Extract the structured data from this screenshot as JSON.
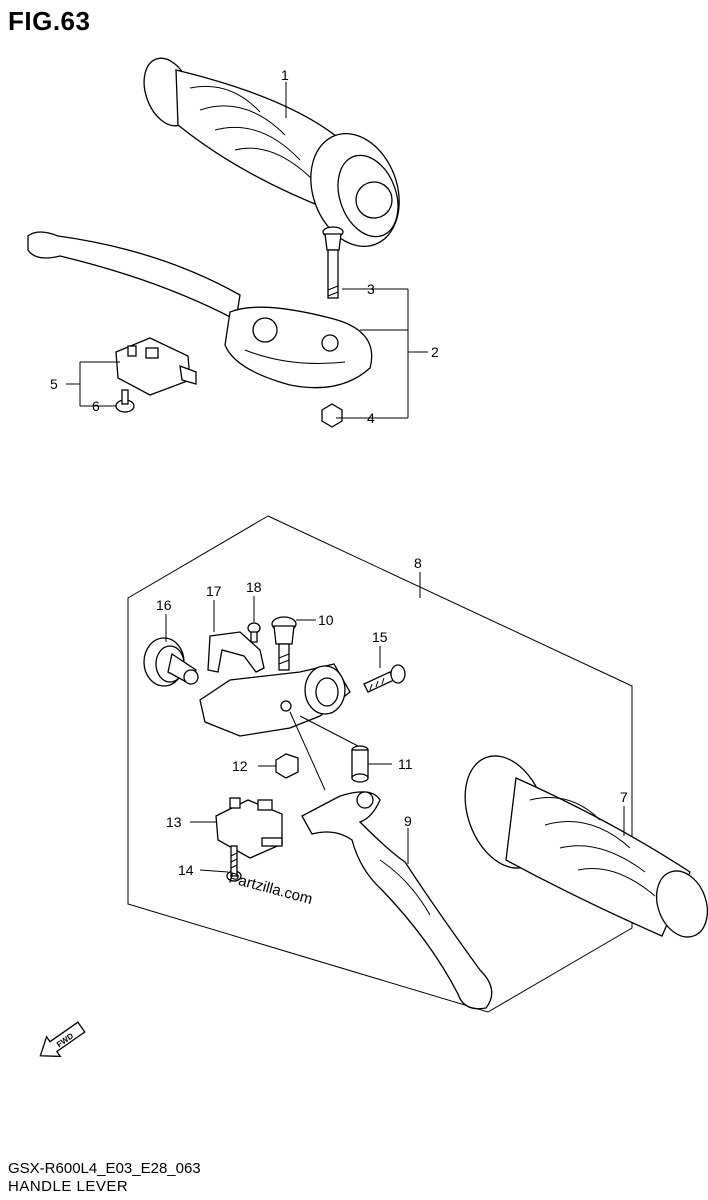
{
  "figure": {
    "title": "FIG.63",
    "model_code": "GSX-R600L4_E03_E28_063",
    "section_name": "HANDLE LEVER",
    "watermark": "Partzilla.com",
    "fwd_label": "FWD"
  },
  "callouts": [
    "1",
    "2",
    "3",
    "4",
    "5",
    "6",
    "7",
    "8",
    "9",
    "10",
    "11",
    "12",
    "13",
    "14",
    "15",
    "16",
    "17",
    "18"
  ],
  "icons": {
    "direction": "fwd-arrow-icon"
  }
}
